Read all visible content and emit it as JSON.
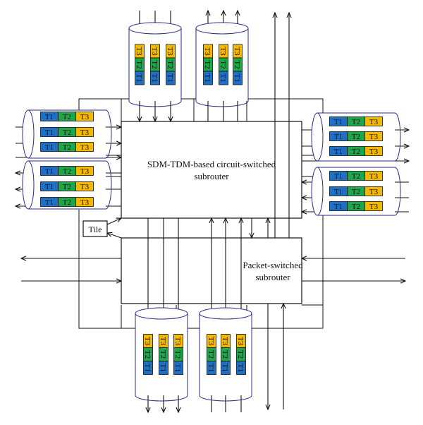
{
  "circuit_subrouter": {
    "line1": "SDM-TDM-based circuit-switched",
    "line2": "subrouter"
  },
  "packet_subrouter": {
    "line1": "Packet-switched",
    "line2": "subrouter"
  },
  "tile": {
    "label": "Tile"
  },
  "slots": {
    "t1": "T1",
    "t2": "T2",
    "t3": "T3"
  },
  "colors": {
    "t1": "#1f6fc4",
    "t2": "#1fa64a",
    "t3": "#f5b800",
    "bundle_outline": "#2a2a8c",
    "lines": "#111111"
  }
}
